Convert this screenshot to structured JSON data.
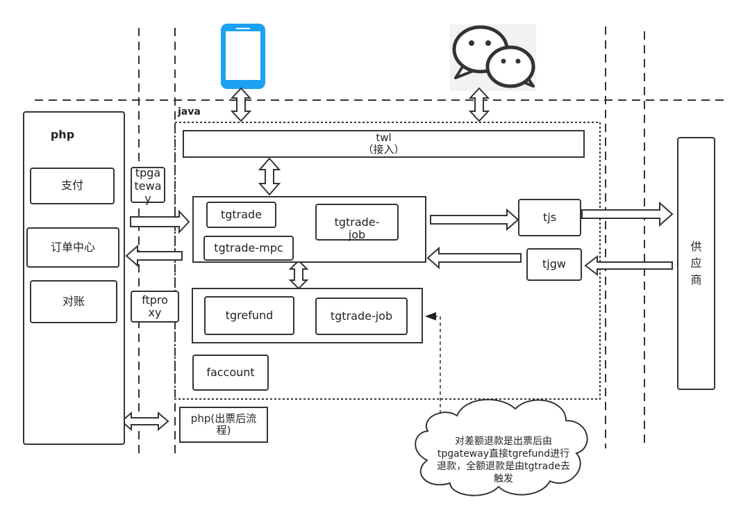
{
  "labels": {
    "php_panel": "php",
    "java_region": "java",
    "pay": "支付",
    "order_center": "订单中心",
    "reconcile": "对账",
    "tpgateway": "tpga\ntewa\ny",
    "ftproxy": "ftpro\nxy",
    "twl": "twl\n（接入）",
    "tgtrade": "tgtrade",
    "tgtrade_mpc": "tgtrade-mpc",
    "tgtrade_job_top": "tgtrade-\njob",
    "tgrefund": "tgrefund",
    "tgtrade_job_bottom": "tgtrade-job",
    "faccount": "faccount",
    "tjs": "tjs",
    "tjgw": "tjgw",
    "supplier": "供\n应\n商",
    "php_after_ticket": "php(出票后流\n程)",
    "cloud_note": "对差额退款是出票后由\ntpgateway直接tgrefund进行\n退款，全额退款是由tgtrade去\n触发"
  },
  "colors": {
    "phone": "#1da1f2",
    "lines": "#333333"
  },
  "icons": {
    "phone": "smartphone-icon",
    "wechat": "wechat-icon"
  }
}
